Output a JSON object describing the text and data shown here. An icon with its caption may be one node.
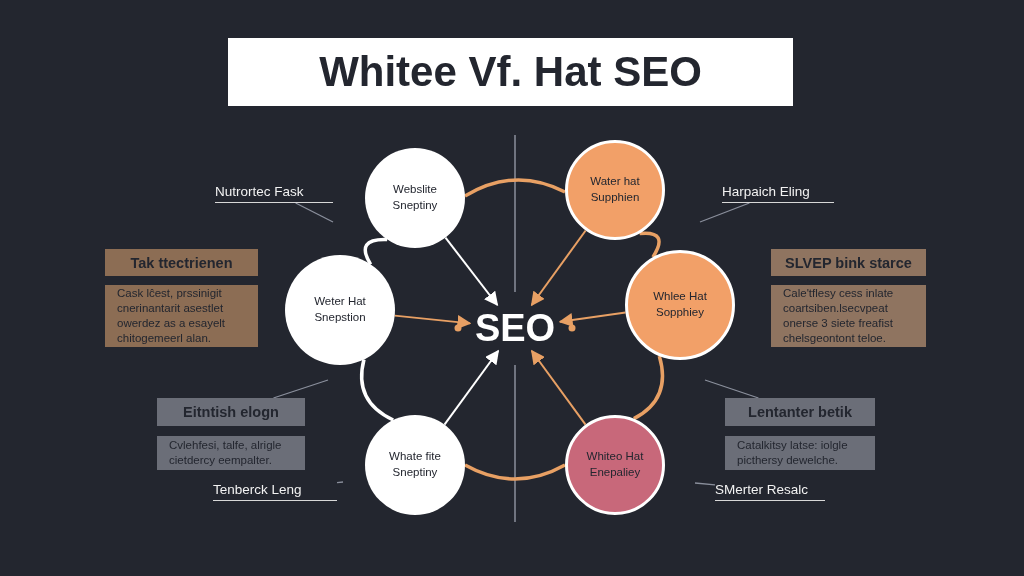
{
  "diagram": {
    "title": "Whitee Vf. Hat SEO",
    "nodes": [
      {
        "text": [
          "Nutrortec Fask"
        ]
      },
      {
        "text": [
          "Webslite Sneptiny"
        ]
      },
      {
        "text": [
          "Water hat Supphien"
        ]
      },
      {
        "text": [
          "Harpaich Eling"
        ]
      },
      {
        "text": [
          "Tak ttectrienen"
        ]
      },
      {
        "text": [
          "Cask lĉest, prssinigit cnerinantarit asestlet owerdez as a esayelt chitogemeerl alan."
        ]
      },
      {
        "text": [
          "Weter Hat Snepstion"
        ]
      },
      {
        "text": [
          "SEO"
        ]
      },
      {
        "text": [
          "Whlee Hat Sopphiey"
        ]
      },
      {
        "text": [
          "SLVEP bink starce"
        ]
      },
      {
        "text": [
          "Cale'tflesy cess inlate coartsiben.lsecvpeat onerse 3 siete freafist chelsgeontont teloe."
        ]
      },
      {
        "text": [
          "Eitntish elogn"
        ]
      },
      {
        "text": [
          "Cvlehfesi, talfe, alrigle cietdercy eempalter."
        ]
      },
      {
        "text": [
          "Lentanter betik"
        ]
      },
      {
        "text": [
          "Catalkitsy latse: iolgle picthersy dewelche."
        ]
      },
      {
        "text": [
          "Whate fite Sneptiny"
        ]
      },
      {
        "text": [
          "Whiteo Hat Enepaliey"
        ]
      },
      {
        "text": [
          "Tenberck Leng"
        ]
      },
      {
        "text": [
          "SMerter Resalc"
        ]
      }
    ],
    "edges": [
      {
        "from": 1,
        "to": 2,
        "arrow": "none"
      },
      {
        "from": 1,
        "to": 6,
        "arrow": "none",
        "color": "#ffffff"
      },
      {
        "from": 6,
        "to": 15,
        "arrow": "none",
        "color": "#ffffff"
      },
      {
        "from": 2,
        "to": 8,
        "arrow": "none"
      },
      {
        "from": 8,
        "to": 16,
        "arrow": "none"
      },
      {
        "from": 15,
        "to": 16,
        "arrow": "none"
      },
      {
        "from": 1,
        "to": 7,
        "arrow": "to",
        "color": "#ffffff"
      },
      {
        "from": 6,
        "to": 7,
        "arrow": "to"
      },
      {
        "from": 15,
        "to": 7,
        "arrow": "to",
        "color": "#ffffff"
      },
      {
        "from": 2,
        "to": 7,
        "arrow": "to"
      },
      {
        "from": 8,
        "to": 7,
        "arrow": "to"
      },
      {
        "from": 16,
        "to": 7,
        "arrow": "to"
      },
      {
        "from": 0,
        "to": null,
        "arrow": "none",
        "color": "#8a8f9c"
      },
      {
        "from": 3,
        "to": null,
        "arrow": "none",
        "color": "#8a8f9c"
      },
      {
        "from": 11,
        "to": null,
        "arrow": "none",
        "color": "#8a8f9c"
      },
      {
        "from": 13,
        "to": null,
        "arrow": "none",
        "color": "#8a8f9c"
      },
      {
        "from": 17,
        "to": null,
        "arrow": "none",
        "color": "#8a8f9c"
      },
      {
        "from": 18,
        "to": null,
        "arrow": "none",
        "color": "#8a8f9c"
      }
    ]
  }
}
